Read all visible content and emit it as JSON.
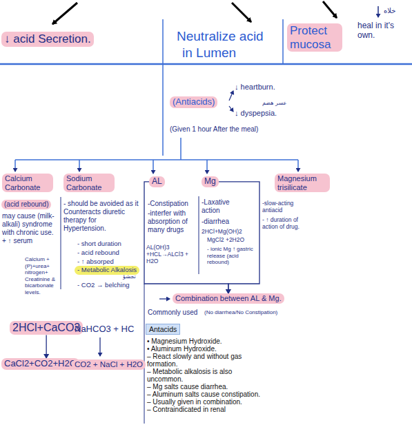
{
  "diagram": {
    "nodes": [
      {
        "text": [
          "↓ acid Secretion."
        ]
      },
      {
        "text": [
          "Protect mucosa"
        ]
      },
      {
        "text": [
          "(Antiacids)"
        ]
      },
      {
        "text": [
          "Calcium Carbonate"
        ]
      },
      {
        "text": [
          "Sodium Carbonate"
        ]
      },
      {
        "text": [
          "AL"
        ]
      },
      {
        "text": [
          "Mg"
        ]
      },
      {
        "text": [
          "Magnesium trisilicate"
        ]
      },
      {
        "text": [
          "(acid rebound)"
        ]
      },
      {
        "text": [
          "- Metabolic Alkalosis"
        ]
      },
      {
        "text": [
          "Combination between AL & Mg."
        ]
      },
      {
        "text": [
          "Antacids"
        ]
      },
      {
        "text": [
          "2HCl+CaCO3"
        ]
      },
      {
        "text": [
          "CaCl2+CO2+H2O"
        ]
      },
      {
        "text": [
          "CO2 + NaCl + H2O"
        ]
      }
    ],
    "edges": [
      {
        "from": 5,
        "to": 10,
        "arrow": "to"
      },
      {
        "from": 6,
        "to": 10,
        "arrow": "to"
      },
      {
        "from": 12,
        "to": 13,
        "arrow": "to"
      }
    ],
    "labels": [
      "heal in it's own.",
      "خلاه",
      "Neutralize acid",
      "in Lumen",
      "↓ heartburn.",
      "عسر هضم",
      "↓ dyspepsia.",
      "(Given 1 hour After the meal)",
      "may cause (milk-alkali) syndrome with chronic use. + ↑ serum",
      "Calcium + (P)+urea+ nitrogen+ Creatinine & bicarbonate levels.",
      "- should be avoided as it Counteracts diuretic therapy for Hypertension.",
      "- short duration",
      "- acid rebound",
      "- ↑ absorped",
      "تجشؤ",
      "- CO2 → belching",
      "NaHCO3 + HC",
      "-Constipation",
      "-interfer with absorption of many drugs",
      "AL(OH)3 +HCL→ALCl3 + H2O",
      "-Laxative action",
      "-diarrhea",
      "2HCl+Mg(OH)2",
      "MgCl2 +2H2O",
      "- ionic Mg ↑ gastric release (acid rebound)",
      "-slow-acting antiacid",
      "- ↑ duration of action of drug.",
      "Commonly used",
      "(No diarrhea/No Constipation)",
      "• Magnesium Hydroxide.",
      "• Aluminum Hydroxide.",
      "– React slowly and without gas formation.",
      "– Metabolic alkalosis is also uncommon.",
      "– Mg salts cause diarrhea.",
      "– Aluminum salts cause constipation.",
      "– Usually given in combination.",
      "– Contraindicated in renal"
    ]
  }
}
